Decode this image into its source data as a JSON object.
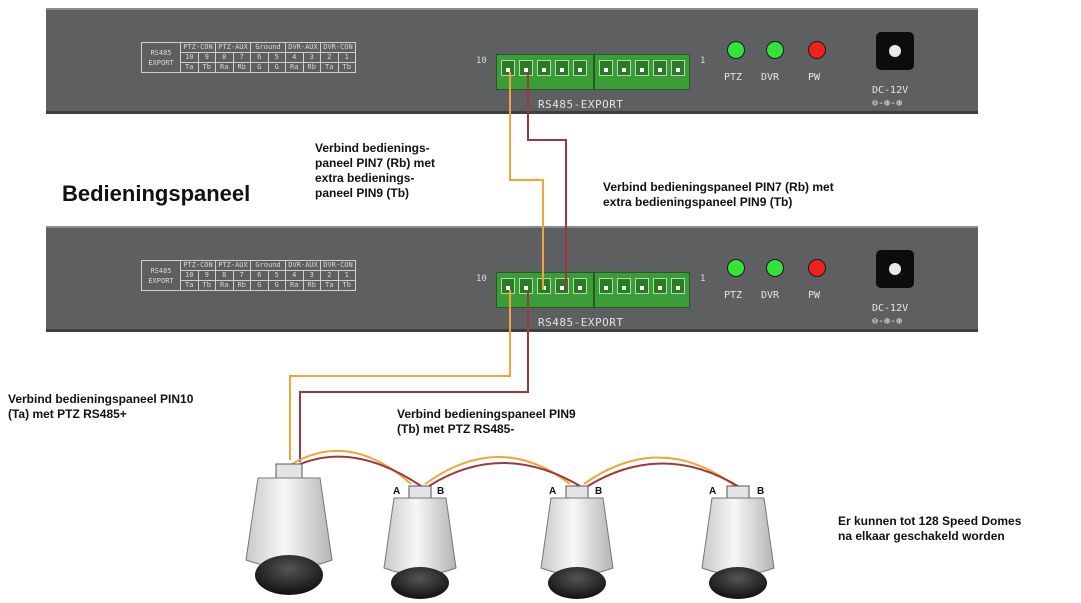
{
  "title": "Bedieningspaneel",
  "panel": {
    "rs485_label": "RS485 EXPORT",
    "groups": [
      "PTZ-CON",
      "PTZ-AUX",
      "Ground",
      "DVR-AUX",
      "DVR-CON"
    ],
    "pin_numbers": [
      "10",
      "9",
      "8",
      "7",
      "6",
      "5",
      "4",
      "3",
      "2",
      "1"
    ],
    "pin_names": [
      "Ta",
      "Tb",
      "Ra",
      "Rb",
      "G",
      "G",
      "Ra",
      "Rb",
      "Ta",
      "Tb"
    ],
    "terminal_left": "10",
    "terminal_right": "1",
    "terminal_label": "RS485-EXPORT",
    "led_labels": [
      "PTZ",
      "DVR",
      "PW"
    ],
    "dc_label": "DC-12V",
    "dc_polarity": "⊖-⊕-⊕"
  },
  "annotations": {
    "pin7_rb_short": [
      "Verbind bedienings-",
      "paneel PIN7 (Rb) met",
      "extra bedienings-",
      "paneel PIN9 (Tb)"
    ],
    "pin7_rb_long": [
      "Verbind bedieningspaneel PIN7 (Rb) met",
      "extra bedieningspaneel PIN9 (Tb)"
    ],
    "pin10_ta": [
      "Verbind bedieningspaneel PIN10",
      "(Ta) met PTZ RS485+"
    ],
    "pin9_tb": [
      "Verbind bedieningspaneel PIN9",
      "(Tb) met PTZ RS485-"
    ],
    "speed_domes": [
      "Er kunnen tot 128 Speed Domes",
      "na elkaar geschakeld worden"
    ]
  },
  "dome_port_labels": {
    "a": "A",
    "b": "B"
  },
  "colors": {
    "panel": "#5d5f60",
    "terminal": "#3d9c3a",
    "wire_orange": "#f2a33a",
    "wire_red": "#9b3a3a",
    "led_green": "#38e03c",
    "led_red": "#ef2222"
  }
}
